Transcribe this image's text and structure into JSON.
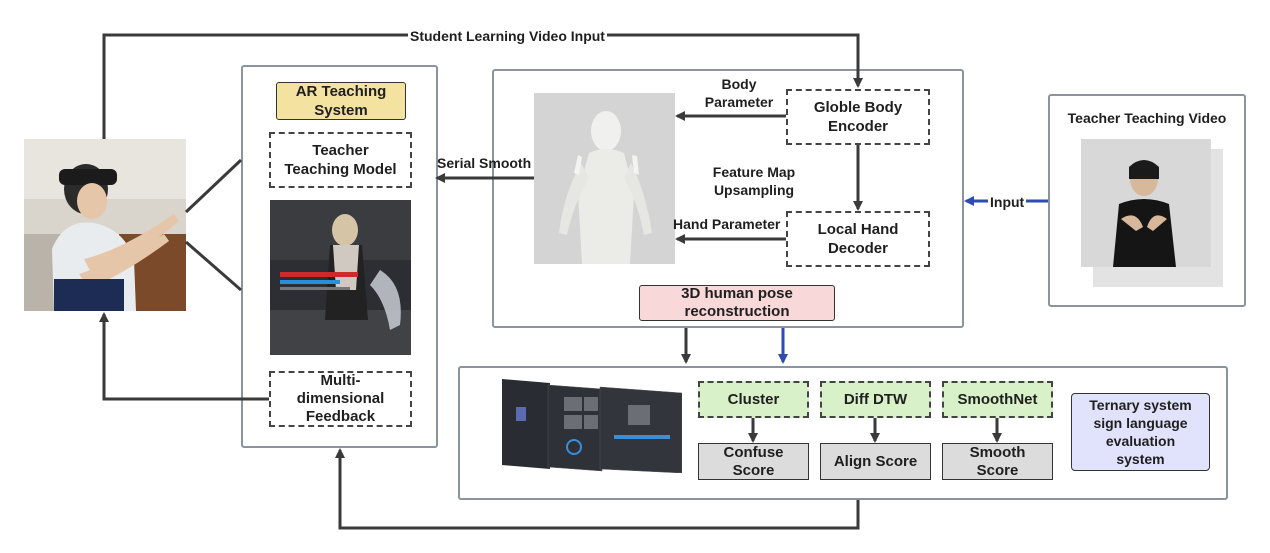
{
  "labels": {
    "student_input": "Student Learning Video Input",
    "serial_smooth": "Serial Smooth",
    "body_parameter": "Body\nParameter",
    "hand_parameter": "Hand Parameter",
    "feature_map": "Feature Map\nUpsampling",
    "input": "Input"
  },
  "ar_system": {
    "title": "AR Teaching\nSystem",
    "teacher_model": "Teacher\nTeaching Model",
    "feedback": "Multi-\ndimensional\nFeedback"
  },
  "reconstruction": {
    "globle_encoder": "Globle Body\nEncoder",
    "local_decoder": "Local Hand\nDecoder",
    "title": "3D human pose\nreconstruction"
  },
  "teacher_video": {
    "title": "Teacher Teaching Video"
  },
  "evaluation": {
    "cluster": "Cluster",
    "diff_dtw": "Diff DTW",
    "smoothnet": "SmoothNet",
    "confuse_score": "Confuse\nScore",
    "align_score": "Align Score",
    "smooth_score": "Smooth\nScore",
    "ternary": "Ternary system\nsign language\nevaluation\nsystem"
  },
  "colors": {
    "dark_arrow": "#3a3a3a",
    "blue_arrow": "#2e4bb0",
    "ar_title_bg": "#f4e3a0",
    "recon_title_bg": "#f8d8d8",
    "green_box": "#d9f1c8",
    "grey_box": "#dcdcdc",
    "ternary_bg": "#e1e2fb",
    "panel_border": "#8a949e"
  },
  "icons": [
    "student-photo",
    "avatar-render-image",
    "human-mesh-image",
    "teacher-photo",
    "evaluation-screens-image"
  ]
}
